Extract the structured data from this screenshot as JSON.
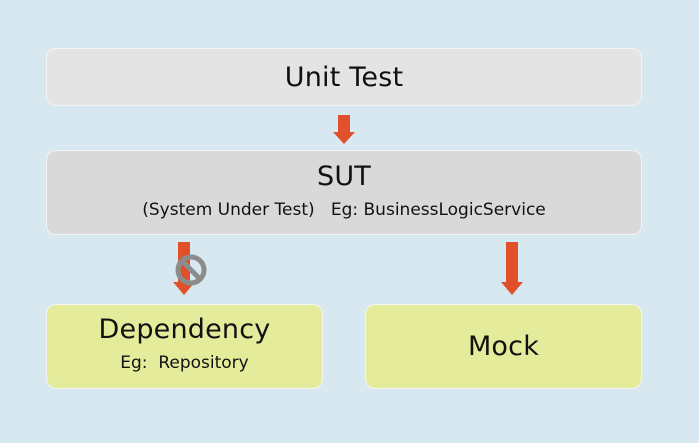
{
  "unit_test": {
    "title": "Unit Test"
  },
  "sut": {
    "title": "SUT",
    "subtitle": "(System Under Test)",
    "example": "Eg: BusinessLogicService"
  },
  "dependency": {
    "title": "Dependency",
    "example": "Eg:  Repository"
  },
  "mock": {
    "title": "Mock"
  },
  "colors": {
    "background": "#d7e8f0",
    "box_gray": "#e4e4e4",
    "box_sut": "#d9d9d9",
    "box_yellow": "#e4ec9c",
    "arrow": "#e0502a",
    "blocked_icon": "#8c8c8c"
  },
  "icons": {
    "blocked": "prohibited-icon"
  }
}
